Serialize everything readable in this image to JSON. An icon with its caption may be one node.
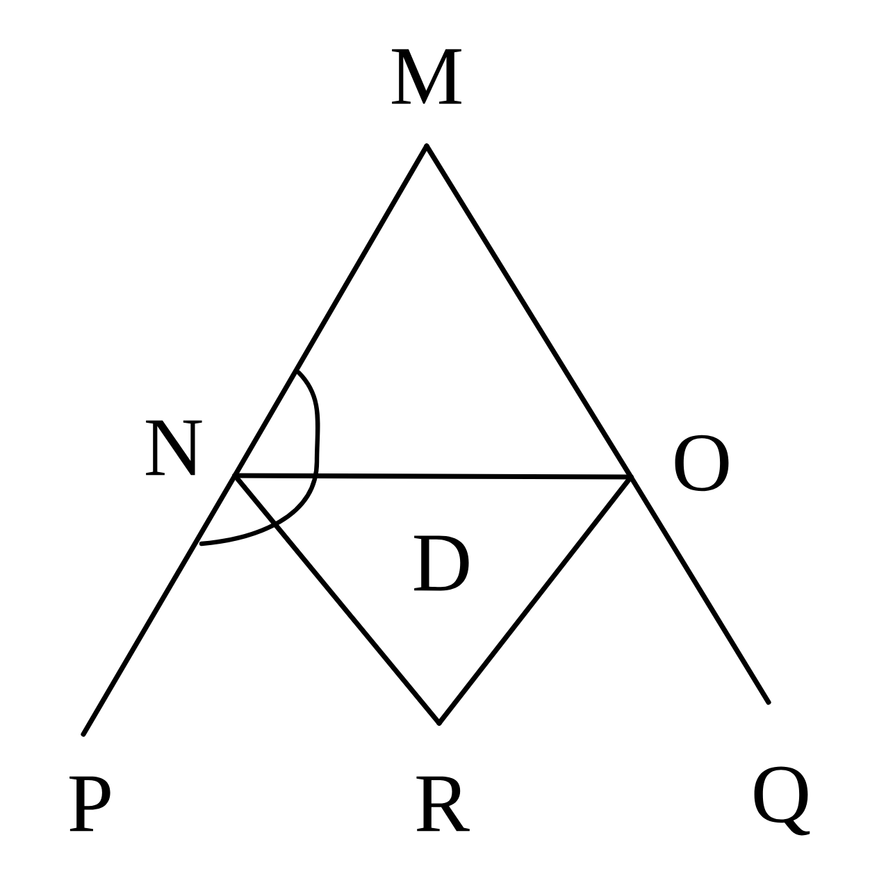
{
  "diagram": {
    "nodes": [
      {
        "text": [
          "M"
        ]
      },
      {
        "text": [
          "N"
        ]
      },
      {
        "text": [
          "O"
        ]
      },
      {
        "text": [
          "P"
        ]
      },
      {
        "text": [
          "R"
        ]
      },
      {
        "text": [
          "Q"
        ]
      }
    ],
    "edges": [
      {
        "from": 0,
        "to": 1,
        "arrow": "none"
      },
      {
        "from": 1,
        "to": 3,
        "arrow": "none"
      },
      {
        "from": 0,
        "to": 2,
        "arrow": "none"
      },
      {
        "from": 2,
        "to": 5,
        "arrow": "none"
      },
      {
        "from": 1,
        "to": 2,
        "arrow": "none"
      },
      {
        "from": 1,
        "to": 4,
        "arrow": "none"
      },
      {
        "from": 2,
        "to": 4,
        "arrow": "none"
      }
    ],
    "labels": [
      "D"
    ]
  }
}
